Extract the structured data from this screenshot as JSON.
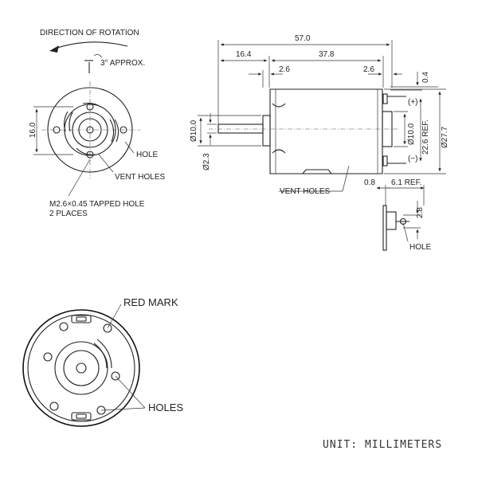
{
  "labels": {
    "direction_of_rotation": "DIRECTION OF ROTATION",
    "approx_angle": "3° APPROX.",
    "hole": "HOLE",
    "vent_holes": "VENT HOLES",
    "tapped_hole_line1": "M2.6×0.45 TAPPED HOLE",
    "tapped_hole_line2": "2 PLACES",
    "vent_holes_side": "VENT HOLES",
    "hole_terminal": "HOLE",
    "red_mark": "RED MARK",
    "holes": "HOLES",
    "plus": "(+)",
    "minus": "(−)",
    "unit": "UNIT: MILLIMETERS"
  },
  "dimensions": {
    "front_height": "16.0",
    "overall_length": "57.0",
    "shaft_extension": "16.4",
    "body_length": "37.8",
    "left_offset": "2.6",
    "right_offset": "2.6",
    "top_offset": "0.4",
    "shaft_dia": "Ø2.3",
    "boss_dia": "Ø10.0",
    "rear_boss_dia": "Ø10.0",
    "terminal_ref": "22.6 REF.",
    "body_dia": "Ø27.7",
    "terminal_thickness": "0.8",
    "terminal_ref_len": "6.1 REF.",
    "terminal_hole": "2.8"
  }
}
